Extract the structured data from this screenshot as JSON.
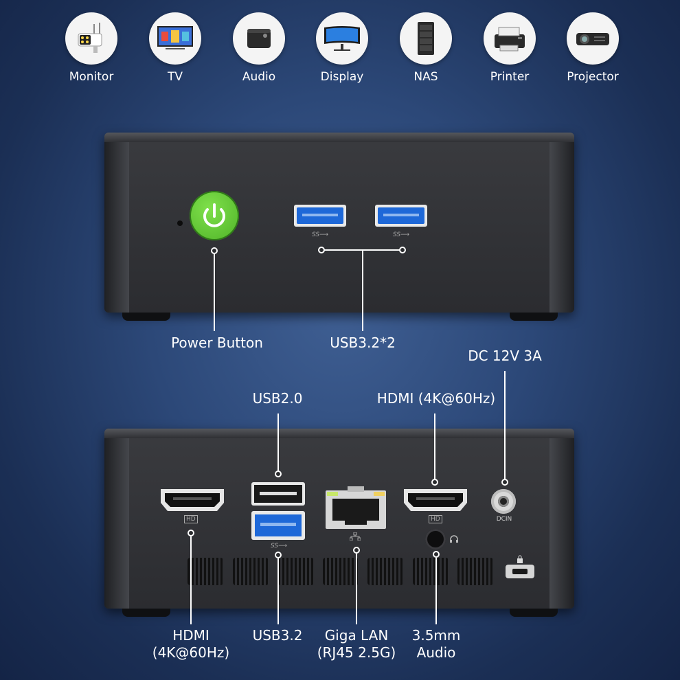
{
  "devices": [
    {
      "label": "Monitor",
      "icon": "security-camera-icon"
    },
    {
      "label": "TV",
      "icon": "tv-icon"
    },
    {
      "label": "Audio",
      "icon": "speaker-icon"
    },
    {
      "label": "Display",
      "icon": "display-icon"
    },
    {
      "label": "NAS",
      "icon": "nas-icon"
    },
    {
      "label": "Printer",
      "icon": "printer-icon"
    },
    {
      "label": "Projector",
      "icon": "projector-icon"
    }
  ],
  "front": {
    "power_button": "Power Button",
    "usb": "USB3.2*2",
    "usb_logo": "SS⟶"
  },
  "rear": {
    "dc": "DC 12V 3A",
    "usb2": "USB2.0",
    "hdmi_top": "HDMI (4K@60Hz)",
    "hdmi_left_line1": "HDMI",
    "hdmi_left_line2": "(4K@60Hz)",
    "usb32": "USB3.2",
    "lan_line1": "Giga LAN",
    "lan_line2": "(RJ45 2.5G)",
    "audio_line1": "3.5mm",
    "audio_line2": "Audio",
    "hd_badge": "HD",
    "dcin": "DCIN"
  },
  "colors": {
    "power_green": "#5cc631",
    "usb3_blue": "#1e68d8",
    "lan_led": "#c8e86a"
  }
}
